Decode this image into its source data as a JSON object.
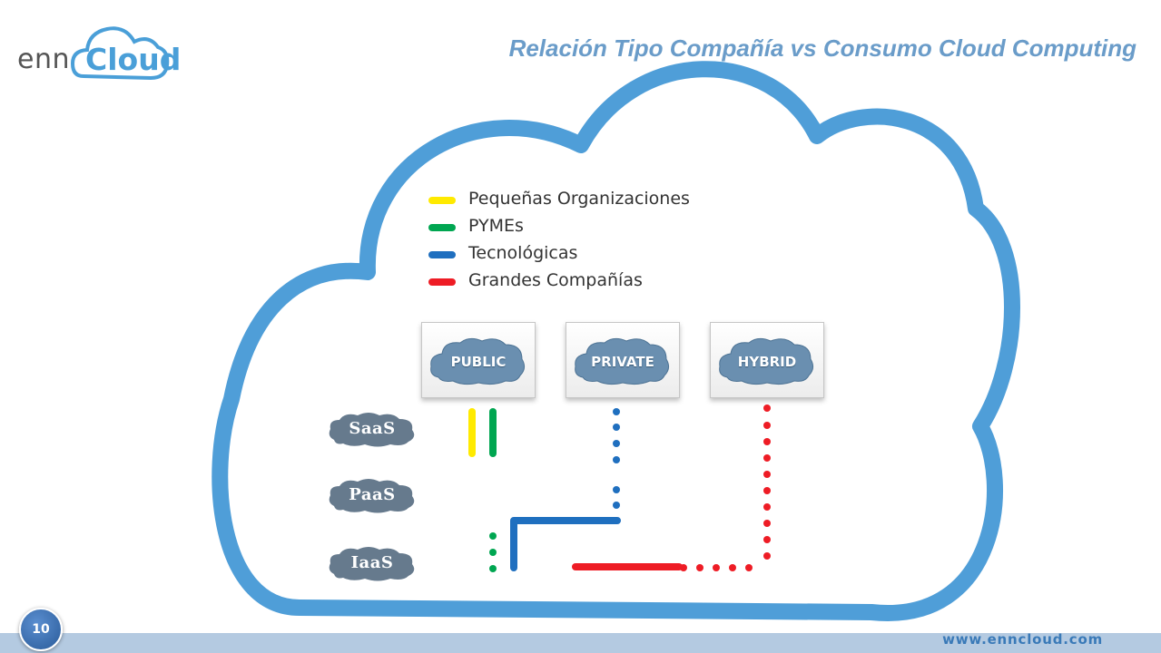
{
  "header": {
    "logo_prefix": "enn",
    "logo_word": "Cloud",
    "title": "Relación Tipo Compañía vs Consumo Cloud Computing"
  },
  "legend": [
    {
      "label": "Pequeñas Organizaciones",
      "color": "#ffea00"
    },
    {
      "label": "PYMEs",
      "color": "#00a651"
    },
    {
      "label": "Tecnológicas",
      "color": "#1f6fbf"
    },
    {
      "label": "Grandes Compañías",
      "color": "#ee1c25"
    }
  ],
  "deployment_models": [
    "PUBLIC",
    "PRIVATE",
    "HYBRID"
  ],
  "service_models": [
    "SaaS",
    "PaaS",
    "IaaS"
  ],
  "colors": {
    "big_cloud": "#4f9ed8",
    "logo_blue": "#4a9fd8",
    "title_color": "#6a9cc9",
    "puff_fill": "#6a8fb0"
  },
  "footer": {
    "page_number": "10",
    "website": "www.enncloud.com"
  }
}
